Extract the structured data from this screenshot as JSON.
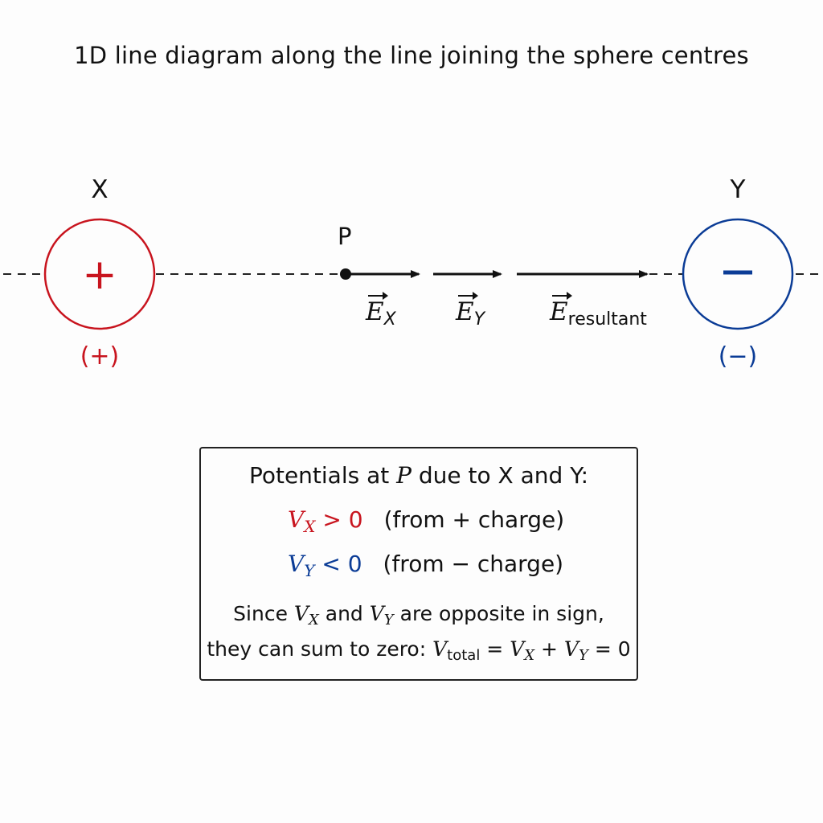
{
  "title": "1D line diagram along the line joining the sphere centres",
  "colors": {
    "positive": "#c8141e",
    "negative": "#0b3c96",
    "ink": "#111111"
  },
  "sphere_x": {
    "name": "X",
    "symbol": "+",
    "label": "(+)"
  },
  "sphere_y": {
    "name": "Y",
    "symbol": "−",
    "label": "(−)"
  },
  "point": {
    "name": "P"
  },
  "fields": {
    "e_x": {
      "symbol": "E",
      "subscript": "X"
    },
    "e_y": {
      "symbol": "E",
      "subscript": "Y"
    },
    "e_resultant": {
      "symbol": "E",
      "subscript": "resultant"
    }
  },
  "potentials_box": {
    "heading_pre": "Potentials at ",
    "heading_point": "P",
    "heading_post": " due to X and Y:",
    "vx": {
      "symbol": "V",
      "subscript": "X",
      "relation": " > 0",
      "note": "(from + charge)"
    },
    "vy": {
      "symbol": "V",
      "subscript": "Y",
      "relation": " < 0",
      "note": "(from − charge)"
    },
    "summary_line1": {
      "pre": "Since ",
      "v1": "V",
      "v1_sub": "X",
      "mid": " and ",
      "v2": "V",
      "v2_sub": "Y",
      "post": " are opposite in sign,"
    },
    "summary_line2": {
      "pre": "they can sum to zero: ",
      "vt": "V",
      "vt_sub": "total",
      "eq1": " = ",
      "v1": "V",
      "v1_sub": "X",
      "plus": " + ",
      "v2": "V",
      "v2_sub": "Y",
      "eq2": " = 0"
    }
  }
}
